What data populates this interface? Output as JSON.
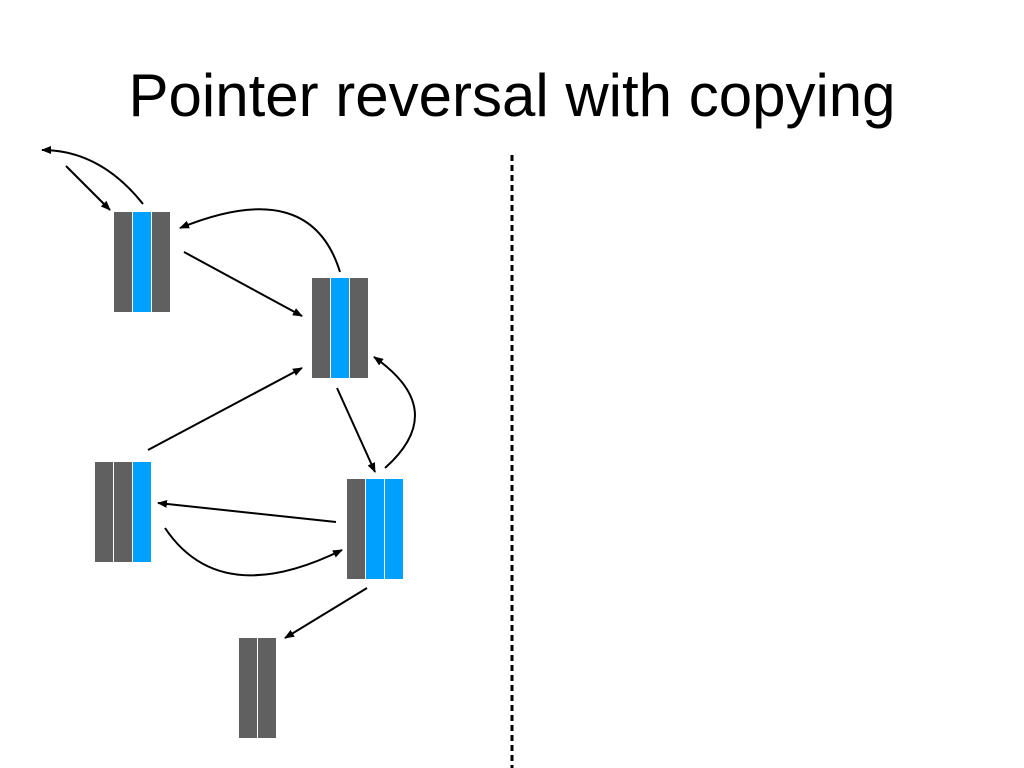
{
  "title": "Pointer reversal with copying",
  "colors": {
    "field_gray": "#606060",
    "field_blue": "#00a0ff",
    "arrow": "#000000",
    "divider": "#000000",
    "background": "#ffffff"
  },
  "nodes": [
    {
      "id": "node-a",
      "fields": [
        "gray",
        "blue",
        "gray"
      ]
    },
    {
      "id": "node-b",
      "fields": [
        "gray",
        "blue",
        "gray"
      ]
    },
    {
      "id": "node-c",
      "fields": [
        "gray",
        "gray",
        "blue"
      ]
    },
    {
      "id": "node-d",
      "fields": [
        "gray",
        "blue",
        "blue"
      ]
    },
    {
      "id": "node-e",
      "fields": [
        "gray",
        "gray"
      ]
    }
  ],
  "edges": [
    {
      "id": "edge-a-to-root",
      "from": "node-a",
      "to": "root"
    },
    {
      "id": "edge-root-to-a",
      "from": "root",
      "to": "node-a"
    },
    {
      "id": "edge-a-to-b",
      "from": "node-a",
      "to": "node-b"
    },
    {
      "id": "edge-b-to-a",
      "from": "node-b",
      "to": "node-a"
    },
    {
      "id": "edge-c-to-b",
      "from": "node-c",
      "to": "node-b"
    },
    {
      "id": "edge-b-to-d",
      "from": "node-b",
      "to": "node-d"
    },
    {
      "id": "edge-d-to-b",
      "from": "node-d",
      "to": "node-b"
    },
    {
      "id": "edge-d-to-c",
      "from": "node-d",
      "to": "node-c"
    },
    {
      "id": "edge-c-to-d",
      "from": "node-c",
      "to": "node-d"
    },
    {
      "id": "edge-d-to-e",
      "from": "node-d",
      "to": "node-e"
    }
  ]
}
